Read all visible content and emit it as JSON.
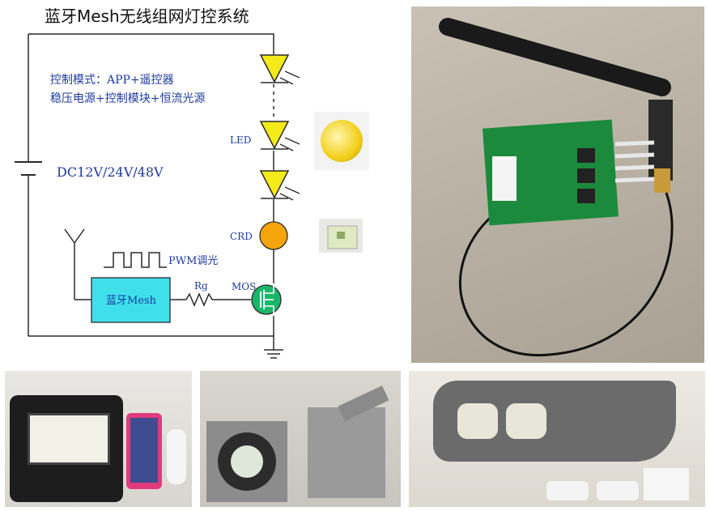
{
  "diagram": {
    "title": "蓝牙Mesh无线组网灯控系统",
    "mode_line1": "控制模式：APP+遥控器",
    "mode_line2": "稳压电源+控制模块+恒流光源",
    "power_label": "DC12V/24V/48V",
    "led_label": "LED",
    "crd_label": "CRD",
    "mos_label": "MOS",
    "rg_label": "Rg",
    "pwm_label": "PWM调光",
    "module_label": "蓝牙Mesh"
  },
  "photos": [
    {
      "id": "pcb-module-photo"
    },
    {
      "id": "flood-light-photo"
    },
    {
      "id": "spot-light-photo"
    },
    {
      "id": "street-light-photo"
    }
  ],
  "colors": {
    "wire": "#2a2a2a",
    "led_yellow": "#f3ea1a",
    "crd_orange": "#f5a40c",
    "mos_green": "#19b66a",
    "module_cyan": "#3fe0ec",
    "label_blue": "#1e3a9e"
  }
}
